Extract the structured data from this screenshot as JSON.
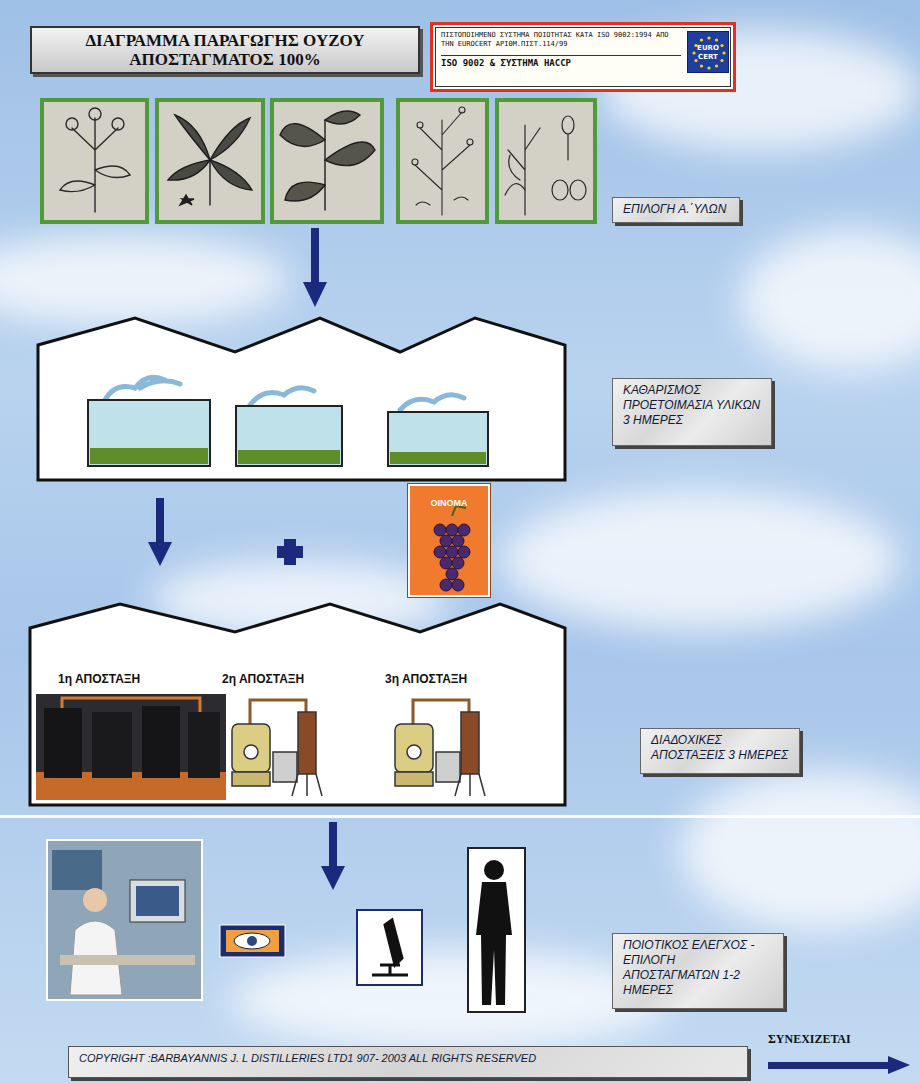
{
  "diagram": {
    "title": "ΔΙΑΓΡΑΜΜΑ ΠΑΡΑΓΩΓΗΣ ΟΥΖΟΥ ΑΠΟΣΤΑΓΜΑΤΟΣ 100%",
    "nodes": [
      {
        "text": [
          "ΠΙΣΤΟΠΟΙΗΜΕΝΟ ΣΥΣΤΗΜΑ ΠΟΙΟΤΗΤΑΣ ΚΑΤΑ ISO 9002:1994 ΑΠΟ ΤΗΝ EUROCERT ΑΡΙΘΜ.ΠΙΣΤ.114/99",
          "ISO 9002 & ΣΥΣΤΗΜΑ HACCP"
        ]
      },
      {
        "text": [
          "EURO CERT"
        ],
        "in": 0
      },
      {
        "text": [
          "ΕΠΙΛΟΓΗ Α.΄ΥΛΩΝ"
        ]
      },
      {
        "text": [
          "ΚΑΘΑΡΙΣΜΟΣ ΠΡΟΕΤΟΙΜΑΣΙΑ ΥΛΙΚΩΝ 3 ΗΜΕΡΕΣ"
        ]
      },
      {
        "text": [
          "ΟΙΝΟΜΑ"
        ]
      },
      {
        "text": [
          "1η ΑΠΟΣΤΑΞΗ",
          "2η ΑΠΟΣΤΑΞΗ",
          "3η ΑΠΟΣΤΑΞΗ"
        ]
      },
      {
        "text": [
          "ΔΙΑΔΟΧΙΚΕΣ ΑΠΟΣΤΑΞΕΙΣ 3 ΗΜΕΡΕΣ"
        ]
      },
      {
        "text": [
          "ΠΟΙΟΤΙΚΟΣ ΕΛΕΓΧΟΣ - ΕΠΙΛΟΓΗ ΑΠΟΣΤΑΓΜΑΤΩΝ 1-2 ΗΜΕΡΕΣ"
        ]
      },
      {
        "text": [
          "COPYRIGHT :BARBAYANNIS J. L DISTILLERIES LTD1 907- 2003 ALL RIGHTS RESERVED"
        ]
      }
    ],
    "labels": [
      "ΣΥΝΕΧΙΖΕΤΑΙ"
    ]
  }
}
